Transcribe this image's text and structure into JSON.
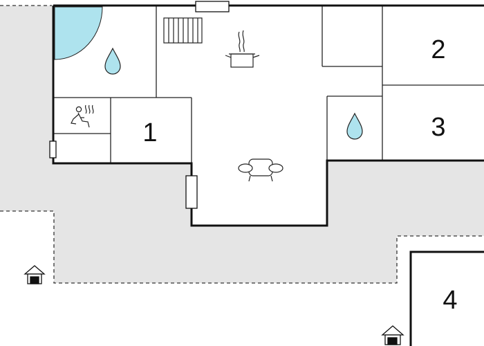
{
  "colors": {
    "wall": "#111111",
    "terrace": "#e5e5e5",
    "pool": "#aee3ee",
    "water": "#aee3ee",
    "line": "#222222",
    "background": "#ffffff"
  },
  "rooms": [
    {
      "label": "1"
    },
    {
      "label": "2"
    },
    {
      "label": "3"
    },
    {
      "label": "4"
    }
  ],
  "icons": [
    "spa-pool-icon",
    "bathroom-water-drop-icon",
    "sauna-icon",
    "radiator-icon",
    "kitchen-cooking-pot-icon",
    "living-room-sofa-icon",
    "bathroom-water-drop-icon",
    "entrance-house-icon",
    "entrance-house-icon"
  ]
}
